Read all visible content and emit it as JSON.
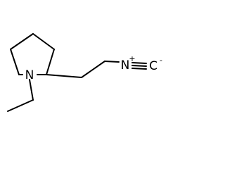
{
  "molecule": {
    "atoms": {
      "ring_nitrogen": {
        "symbol": "N"
      },
      "isocyano_nitrogen": {
        "symbol": "N",
        "charge": "+"
      },
      "isocyano_carbon": {
        "symbol": "C",
        "charge": "-"
      }
    }
  }
}
